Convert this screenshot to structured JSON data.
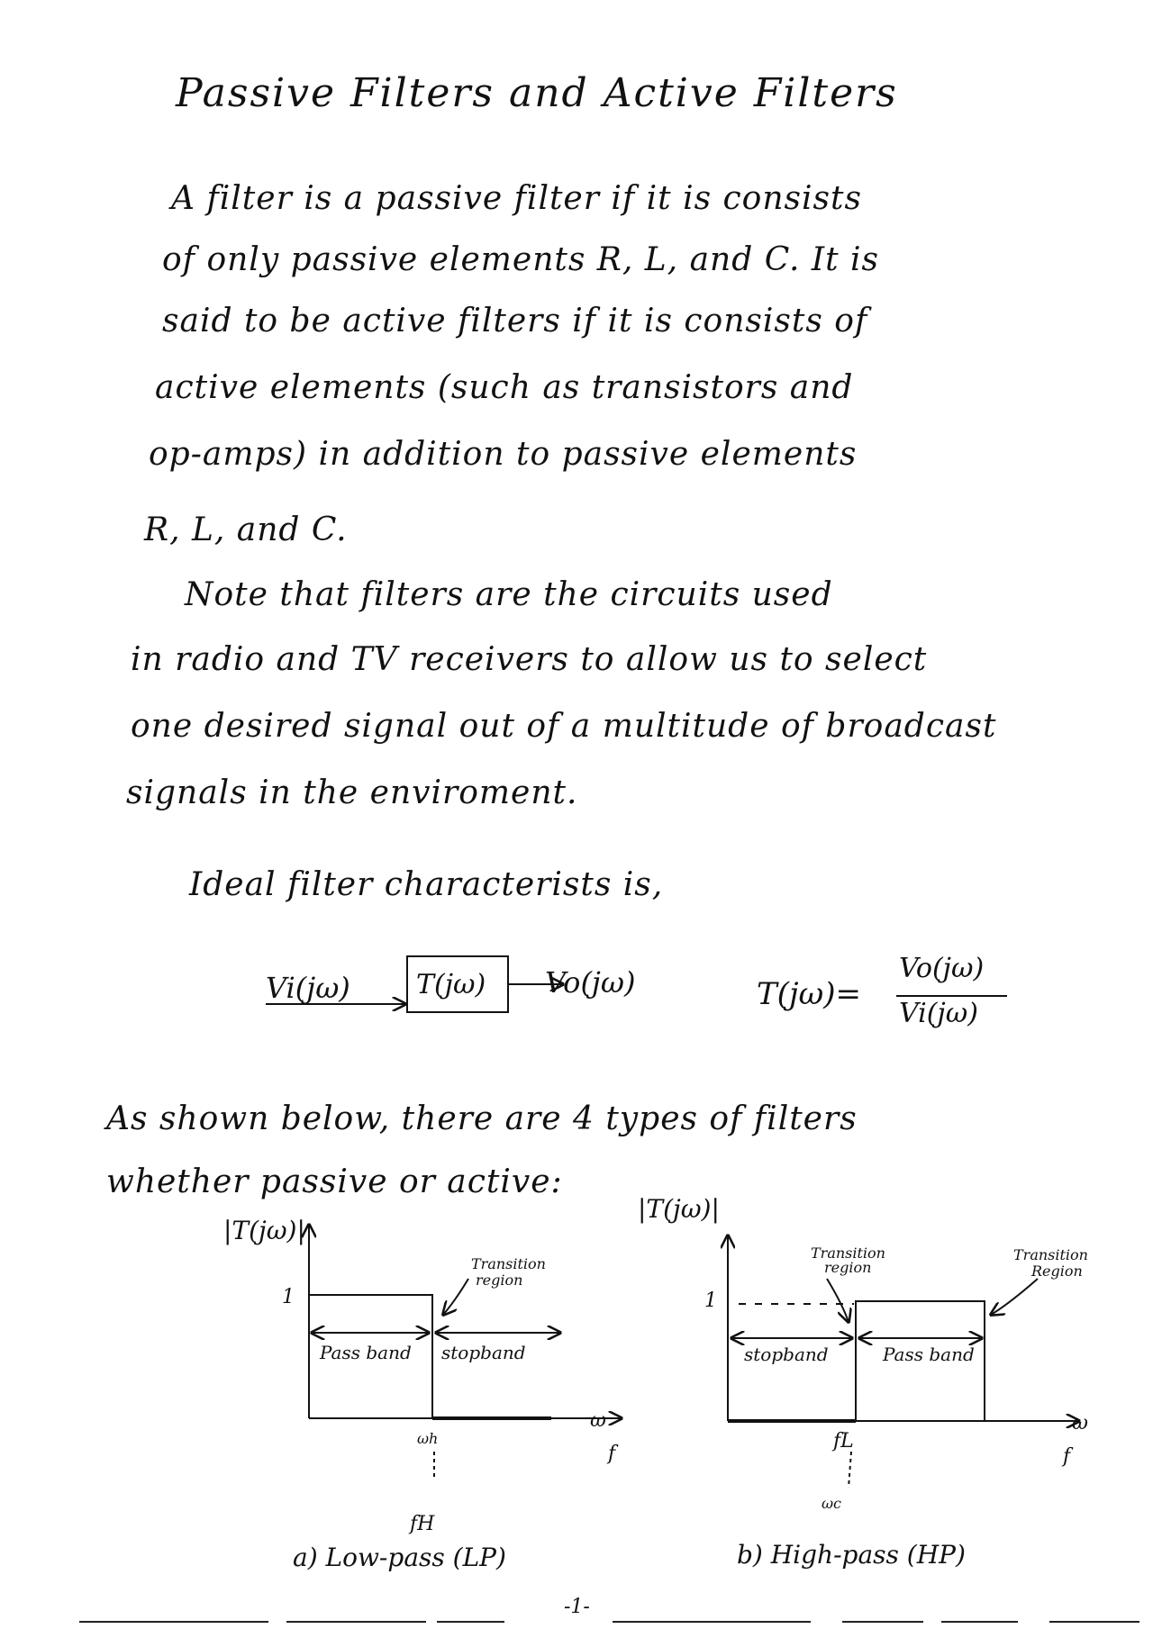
{
  "title": "Passive Filters and Active Filters",
  "paragraph1": [
    "A filter is a passive filter if it is consists",
    "of only passive elements R, L, and C. It is",
    "said to be active filters if it is consists of",
    "active elements (such as transistors and",
    "op-amps) in addition to passive elements",
    "R, L, and C."
  ],
  "paragraph2": [
    "Note that filters are the circuits used",
    "in radio and TV receivers to allow us to select",
    "one desired signal out of a multitude of broadcast",
    "signals in the enviroment."
  ],
  "ideal_heading": "Ideal filter characterists is,",
  "block": {
    "input": "Vi(jω)",
    "box": "T(jω)",
    "output": "Vo(jω)",
    "equation_lhs": "T(jω)=",
    "equation_num": "Vo(jω)",
    "equation_den": "Vi(jω)"
  },
  "types_text": [
    "As shown below, there are 4 types of filters",
    "whether passive or active:"
  ],
  "lowpass": {
    "y_axis": "|T(jω)|",
    "level": "1",
    "transition": [
      "Transition",
      "region"
    ],
    "passband": "Pass band",
    "stopband": "stopband",
    "cutoff_w": "ωh",
    "cutoff_f": "fH",
    "x_w": "ω",
    "x_f": "f",
    "caption": "a) Low-pass (LP)"
  },
  "highpass": {
    "y_axis": "|T(jω)|",
    "level": "1",
    "transition1": [
      "Transition",
      "region"
    ],
    "transition2": [
      "Transition",
      "Region"
    ],
    "stopband": "stopband",
    "passband": "Pass band",
    "cutoff_f": "fL",
    "cutoff_w": "ωc",
    "x_w": "ω",
    "x_f": "f",
    "caption": "b) High-pass (HP)"
  },
  "page_number": "-1-"
}
